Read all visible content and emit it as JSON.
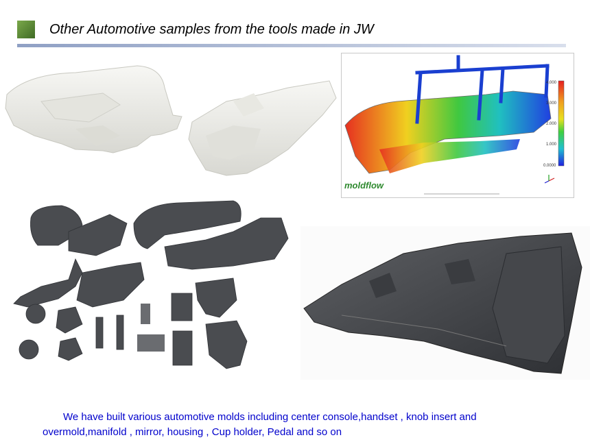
{
  "header": {
    "title": "Other Automotive samples from the tools made in JW"
  },
  "simulation": {
    "logo": "moldflow",
    "scale_ticks": [
      "4.000",
      "3.000",
      "2.000",
      "1.000",
      "0.0000"
    ]
  },
  "caption": {
    "line1": "We have built various automotive molds including center console,handset , knob insert and",
    "line2": "overmold,manifold , mirror, housing , Cup holder, Pedal and so on"
  },
  "colors": {
    "caption_text": "#0000cc",
    "title_bullet": "#5a8a35"
  }
}
